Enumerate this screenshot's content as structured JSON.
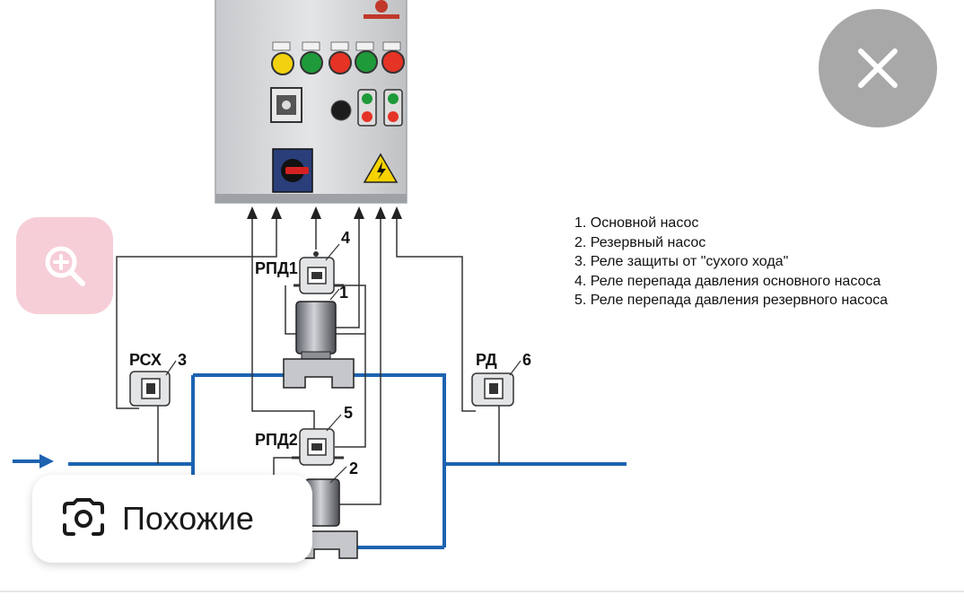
{
  "diagram": {
    "labels": {
      "rpd1": "РПД1",
      "rpd2": "РПД2",
      "rsh": "РСХ",
      "rd": "РД",
      "n1": "1",
      "n2": "2",
      "n3": "3",
      "n4": "4",
      "n5": "5",
      "n6": "6"
    },
    "legend": [
      "1. Основной насос",
      "2. Резервный насос",
      "3. Реле защиты от \"сухого хода\"",
      "4. Реле перепада давления основного насоса",
      "5. Реле перепада давления резервного насоса"
    ]
  },
  "overlay": {
    "similar_label": "Похожие",
    "close_icon": "close-icon",
    "zoom_icon": "zoom-in-icon",
    "camera_icon": "camera-lens-icon"
  },
  "colors": {
    "pipe": "#1d63b0",
    "cabinet": "#d9dadc",
    "close_bg": "#a8a8a8",
    "zoom_bg": "#f6c9d3"
  }
}
